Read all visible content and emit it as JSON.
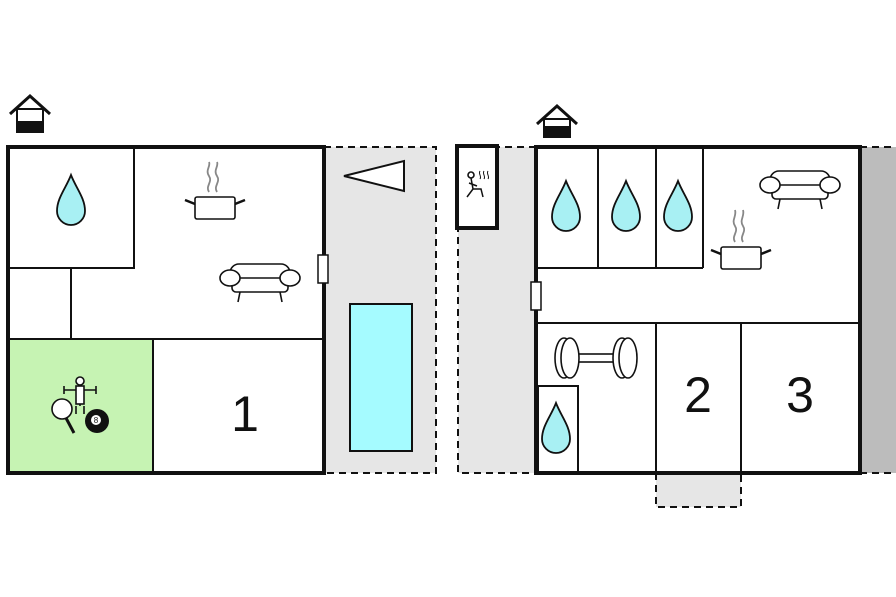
{
  "floors": [
    {
      "id": "ground",
      "rooms": [
        {
          "label": "1",
          "type": "bedroom"
        },
        {
          "label": "",
          "type": "bathroom"
        },
        {
          "label": "",
          "type": "kitchen-living"
        },
        {
          "label": "",
          "type": "games-room"
        },
        {
          "label": "",
          "type": "terrace-with-pool"
        }
      ]
    },
    {
      "id": "first",
      "rooms": [
        {
          "label": "2",
          "type": "bedroom"
        },
        {
          "label": "3",
          "type": "bedroom"
        },
        {
          "label": "",
          "type": "bathroom"
        },
        {
          "label": "",
          "type": "bathroom"
        },
        {
          "label": "",
          "type": "bathroom"
        },
        {
          "label": "",
          "type": "bathroom"
        },
        {
          "label": "",
          "type": "kitchen-living"
        },
        {
          "label": "",
          "type": "fitness-room"
        },
        {
          "label": "",
          "type": "sauna"
        }
      ]
    }
  ],
  "colors": {
    "wall": "#111111",
    "water": "#a8f0f3",
    "pool": "#a5fbff",
    "games_room": "#c6f3b3",
    "terrace": "#e6e6e6",
    "shade": "#bcbcbc"
  },
  "icons": [
    "house-entrance-icon",
    "water-drop-icon",
    "cooking-pot-icon",
    "sofa-icon",
    "table-football-icon",
    "table-tennis-icon",
    "billiard-ball-icon",
    "dumbbell-icon",
    "sauna-icon",
    "door-icon",
    "pool-icon",
    "terrace-icon"
  ]
}
